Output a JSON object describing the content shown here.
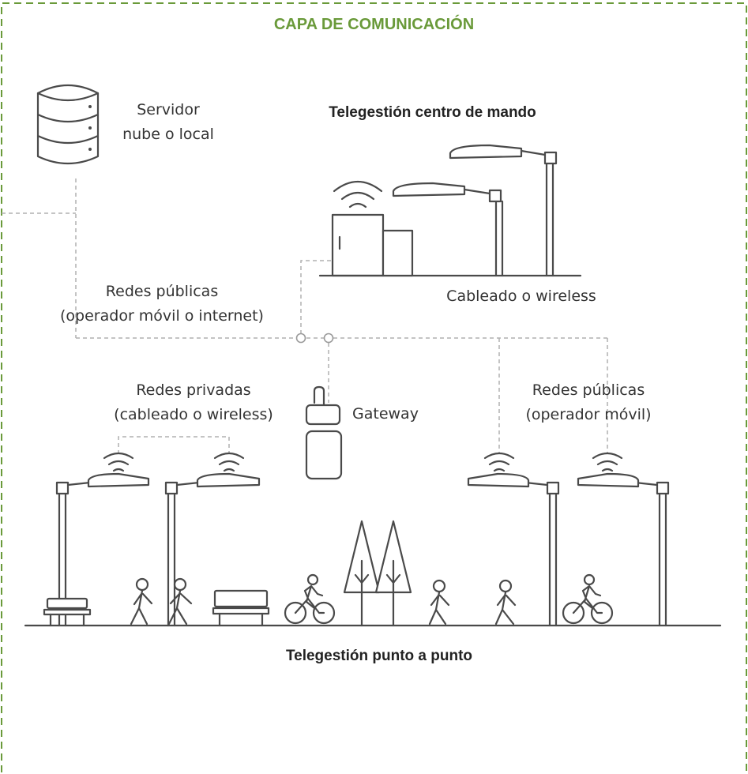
{
  "title": "CAPA DE COMUNICACIÓN",
  "server": {
    "line1": "Servidor",
    "line2": "nube o local",
    "icon": "database-server-icon"
  },
  "control_center": {
    "title": "Telegestión centro de mando",
    "link_label": "Cableado o wireless"
  },
  "public_networks_top": {
    "line1": "Redes públicas",
    "line2": "(operador móvil o internet)"
  },
  "private_networks": {
    "line1": "Redes privadas",
    "line2": "(cableado o wireless)"
  },
  "gateway": {
    "label": "Gateway",
    "icon": "gateway-icon"
  },
  "public_networks_right": {
    "line1": "Redes públicas",
    "line2": "(operador móvil)"
  },
  "point_to_point": {
    "title": "Telegestión punto a punto"
  },
  "colors": {
    "accent_green": "#6a9a3a",
    "line": "#4a4a4a",
    "dashed_link": "#b0b0b0"
  }
}
